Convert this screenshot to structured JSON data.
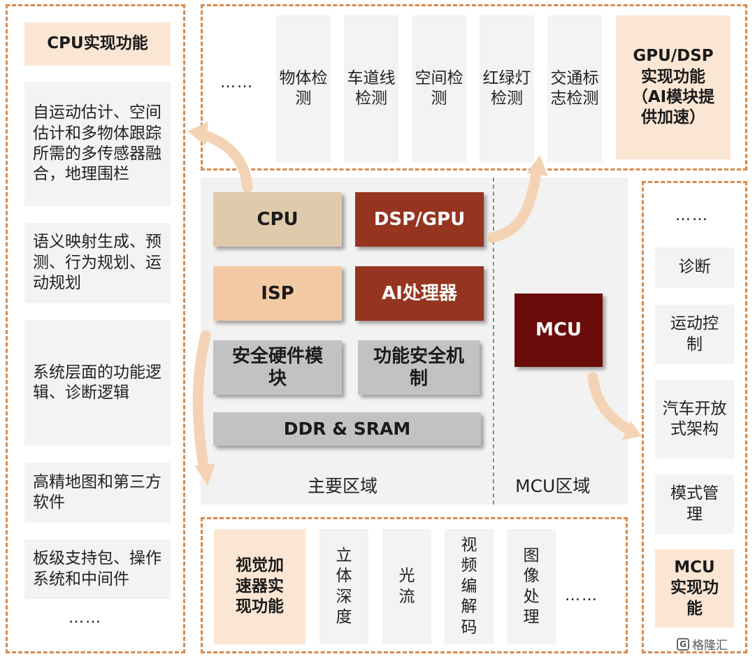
{
  "colors": {
    "dashed_border": "#d98a4c",
    "peach_box": "#fbe6d4",
    "grey_box": "#f3f3f3",
    "cpu_chip": "#dfcaab",
    "isp_chip": "#f2c9a3",
    "dsp_chip": "#953520",
    "mcu_chip": "#690c0a",
    "gray_chip": "#c1c2c4",
    "arrow": "#f3d3b3"
  },
  "cpu_panel": {
    "title": "CPU实现功能",
    "items": [
      "自运动估计、空间估计和多物体跟踪所需的多传感器融合，地理围栏",
      "语义映射生成、预测、行为规划、运动规划",
      "系统层面的功能逻辑、诊断逻辑",
      "高精地图和第三方软件",
      "板级支持包、操作系统和中间件"
    ],
    "ellipsis": "……"
  },
  "gpu_panel": {
    "ellipsis": "……",
    "items": [
      "物体检测",
      "车道线检测",
      "空间检测",
      "红绿灯检测",
      "交通标志检测"
    ],
    "title": "GPU/DSP实现功能（AI模块提供加速）"
  },
  "soc": {
    "cpu": "CPU",
    "dsp_gpu": "DSP/GPU",
    "isp": "ISP",
    "ai": "AI处理器",
    "safety_hw": "安全硬件模块",
    "func_safety": "功能安全机制",
    "ddr": "DDR & SRAM",
    "mcu": "MCU",
    "main_label": "主要区域",
    "mcu_label": "MCU区域"
  },
  "mcu_panel": {
    "ellipsis": "……",
    "items": [
      "诊断",
      "运动控制",
      "汽车开放式架构",
      "模式管理"
    ],
    "title": "MCU实现功能"
  },
  "vision_panel": {
    "title": "视觉加速器实现功能",
    "items": [
      "立体深度",
      "光流",
      "视频编解码",
      "图像处理"
    ],
    "ellipsis": "……"
  },
  "watermark": "格隆汇"
}
